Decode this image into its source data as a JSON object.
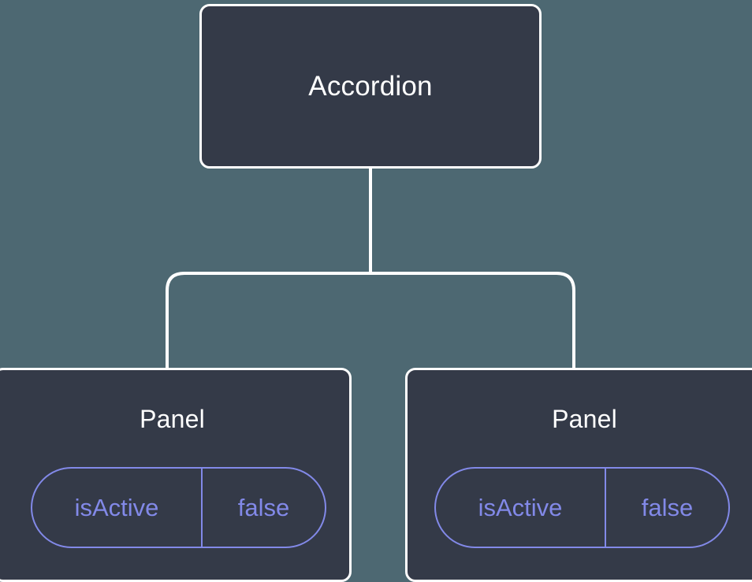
{
  "diagram": {
    "type": "component-tree",
    "background_color": "#4d6872",
    "node_fill_color": "#343a48",
    "node_border_color": "#ffffff",
    "connector_color": "#ffffff",
    "prop_accent_color": "#8289e8",
    "root": {
      "label": "Accordion"
    },
    "children": [
      {
        "label": "Panel",
        "props": [
          {
            "key": "isActive",
            "value": "false"
          }
        ]
      },
      {
        "label": "Panel",
        "props": [
          {
            "key": "isActive",
            "value": "false"
          }
        ]
      }
    ]
  }
}
